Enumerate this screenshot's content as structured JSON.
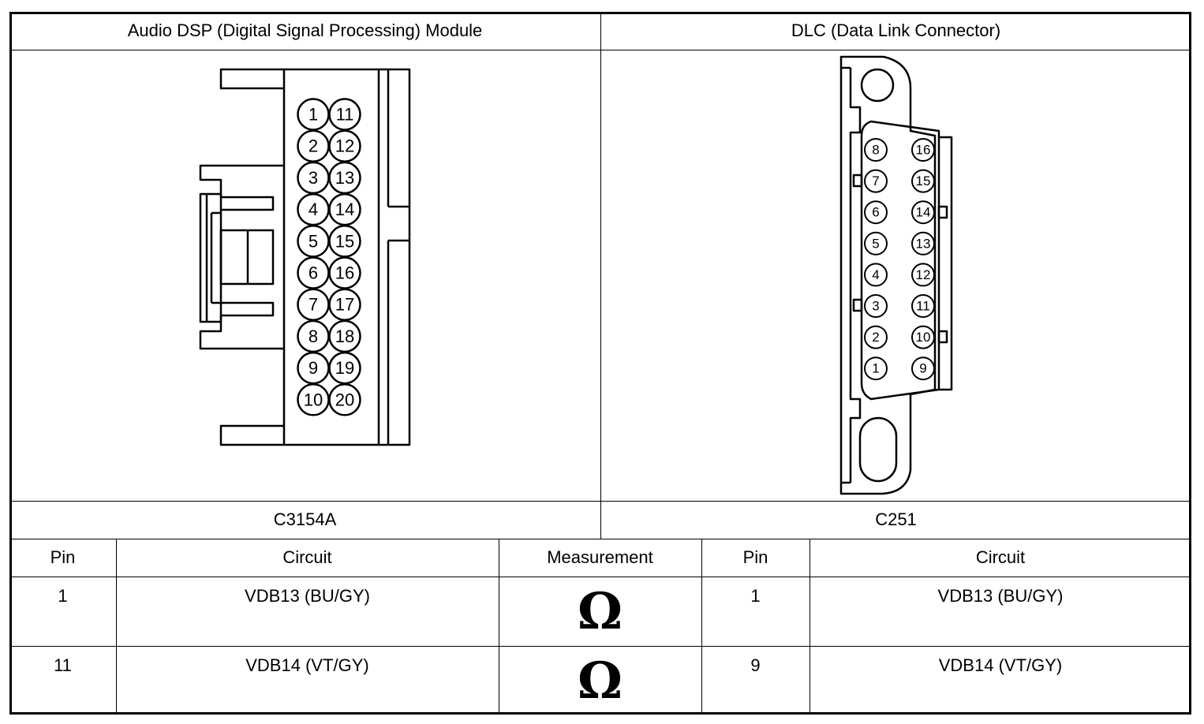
{
  "header": {
    "left_title": "Audio DSP (Digital Signal Processing) Module",
    "right_title": "DLC (Data Link Connector)"
  },
  "connectors": {
    "left_id": "C3154A",
    "right_id": "C251",
    "left_pins": [
      "1",
      "2",
      "3",
      "4",
      "5",
      "6",
      "7",
      "8",
      "9",
      "10",
      "11",
      "12",
      "13",
      "14",
      "15",
      "16",
      "17",
      "18",
      "19",
      "20"
    ],
    "right_pins": [
      "8",
      "7",
      "6",
      "5",
      "4",
      "3",
      "2",
      "1",
      "16",
      "15",
      "14",
      "13",
      "12",
      "11",
      "10",
      "9"
    ]
  },
  "table": {
    "headers": {
      "pin_a": "Pin",
      "circuit_a": "Circuit",
      "measurement": "Measurement",
      "pin_b": "Pin",
      "circuit_b": "Circuit"
    },
    "rows": [
      {
        "pin_a": "1",
        "circuit_a": "VDB13 (BU/GY)",
        "measurement": "Ω",
        "pin_b": "1",
        "circuit_b": "VDB13 (BU/GY)"
      },
      {
        "pin_a": "11",
        "circuit_a": "VDB14 (VT/GY)",
        "measurement": "Ω",
        "pin_b": "9",
        "circuit_b": "VDB14 (VT/GY)"
      }
    ]
  }
}
